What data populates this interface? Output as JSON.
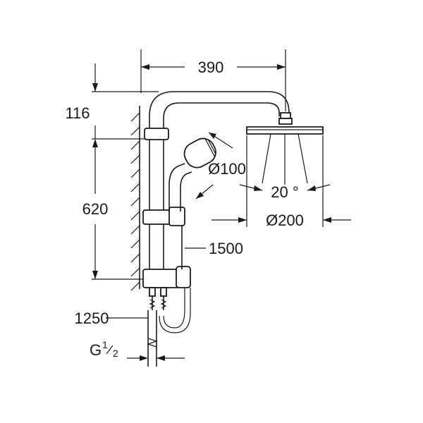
{
  "dimensions": {
    "width_top": "390",
    "height_top": "116",
    "bar_height": "620",
    "handshower_diameter": "Ø100",
    "angle": "20 °",
    "head_diameter": "Ø200",
    "hose_length": "1500",
    "supply_length": "1250",
    "thread_prefix": "G",
    "thread_num": "1",
    "thread_den": "2"
  },
  "colors": {
    "ink": "#1a1a1a",
    "background": "#ffffff"
  }
}
